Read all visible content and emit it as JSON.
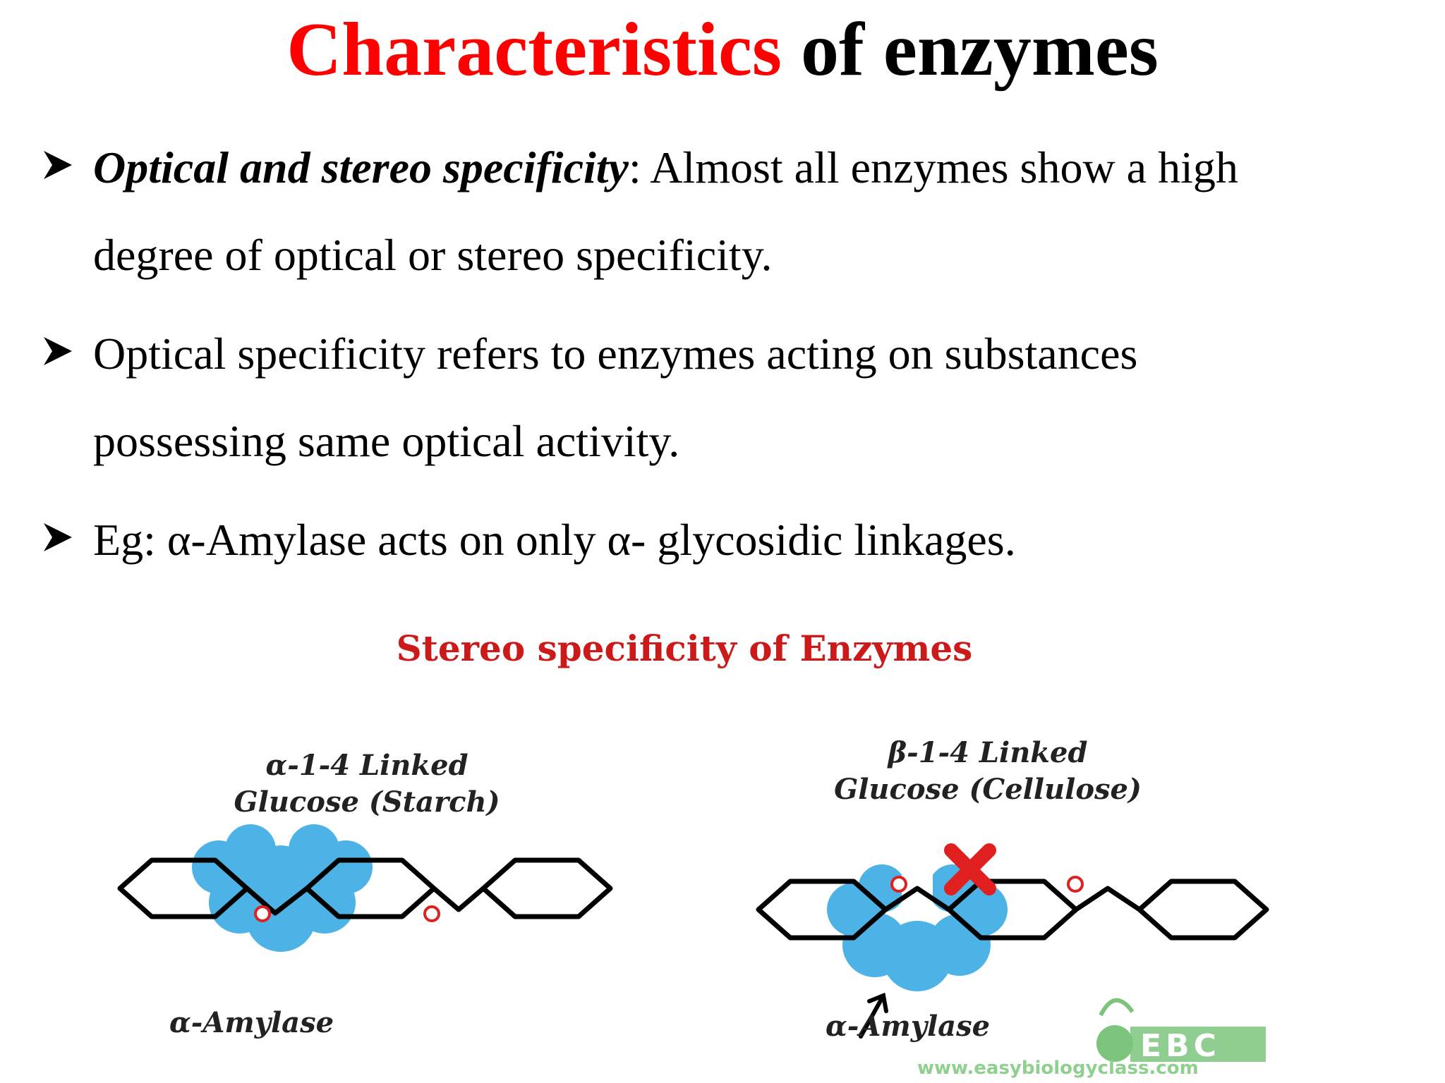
{
  "title": {
    "part1": "Characteristics",
    "part2": " of enzymes"
  },
  "bullets": [
    {
      "bold": "Optical and stereo specificity",
      "line1": ": Almost all enzymes show a high",
      "line2": "degree of optical or stereo specificity."
    },
    {
      "line1": "Optical specificity refers to enzymes acting on substances",
      "line2": "possessing same optical activity."
    },
    {
      "line1": "Eg: α-Amylase acts on only α- glycosidic linkages."
    }
  ],
  "figure": {
    "title": "Stereo specificity of Enzymes",
    "left": {
      "label_line1": "α-1-4 Linked",
      "label_line2": "Glucose  (Starch)",
      "enzyme": "α-Amylase"
    },
    "right": {
      "label_line1": "β-1-4 Linked",
      "label_line2": "Glucose  (Cellulose)",
      "enzyme": "α-Amylase"
    },
    "logo_letters": "EBC",
    "logo_url": "www.easybiologyclass.com"
  },
  "colors": {
    "title_red": "#ff0000",
    "figure_title": "#cc1a1a",
    "enzyme_blue": "#4db3e6",
    "cross_red": "#e02020",
    "logo_green": "#7cc47c"
  }
}
